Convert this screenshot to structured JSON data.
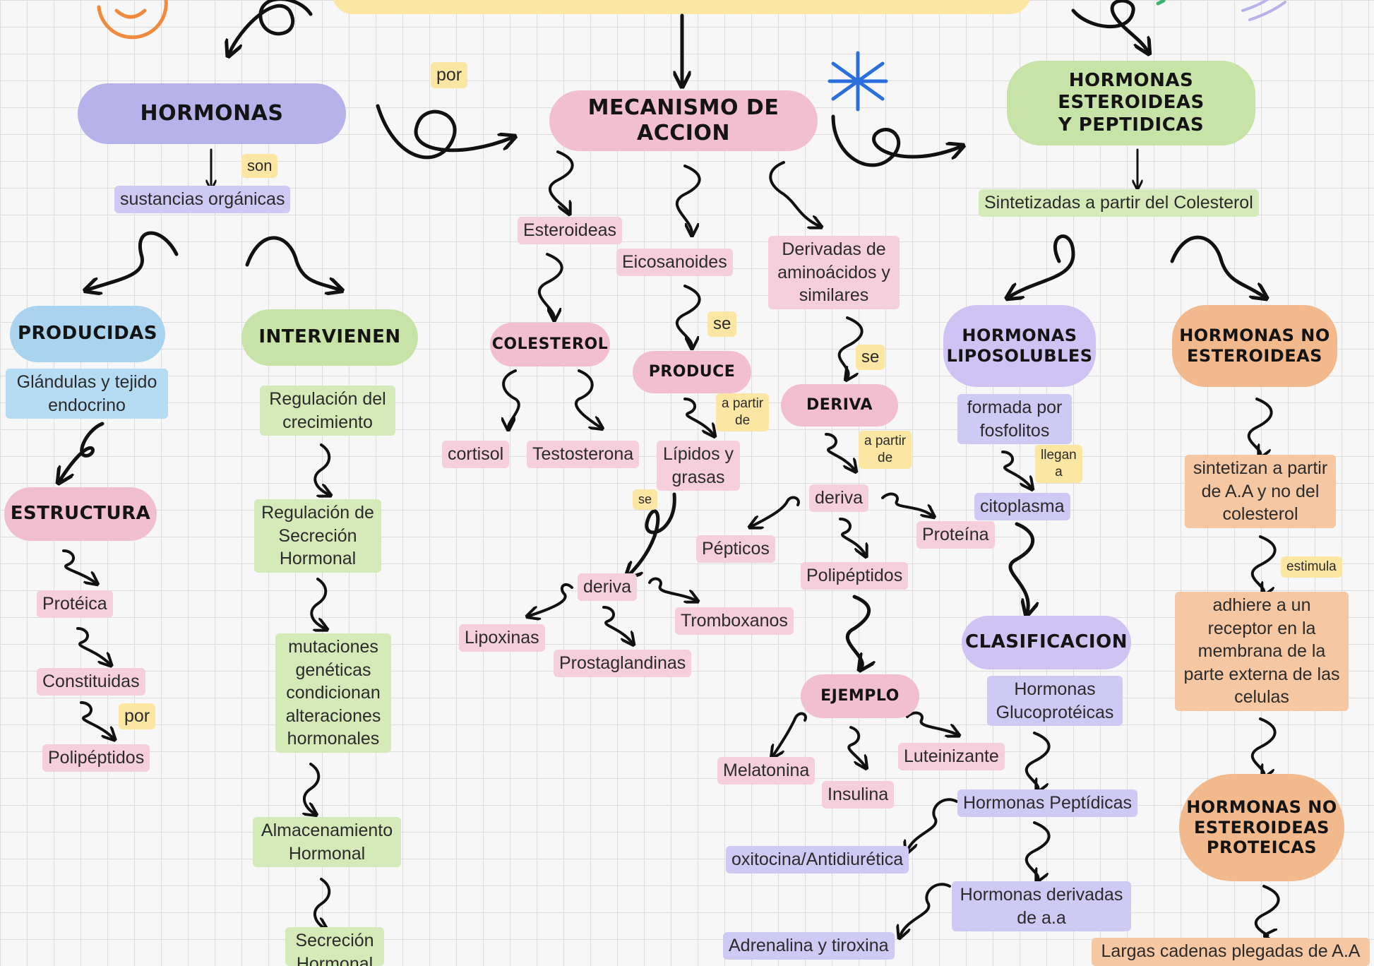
{
  "nodes": {
    "hormonas": "HORMONAS",
    "sustancias": "sustancias orgánicas",
    "producidas": "PRODUCIDAS",
    "glandulas": "Glándulas y tejido\nendocrino",
    "estructura": "ESTRUCTURA",
    "proteica": "Protéica",
    "constituidas": "Constituidas",
    "polipeptidos_left": "Polipéptidos",
    "intervienen": "INTERVIENEN",
    "reg_crecimiento": "Regulación del\ncrecimiento",
    "reg_secrecion": "Regulación de\nSecreción\nHormonal",
    "mutaciones": "mutaciones\ngenéticas\ncondicionan\nalteraciones\nhormonales",
    "almacenamiento": "Almacenamiento\nHormonal",
    "secrecion_hormonal": "Secreción\nHormonal",
    "mecanismo": "MECANISMO DE ACCION",
    "esteroideas": "Esteroideas",
    "colesterol": "COLESTEROL",
    "cortisol": "cortisol",
    "testosterona": "Testosterona",
    "eicosanoides": "Eicosanoides",
    "produce": "PRODUCE",
    "lipidos": "Lípidos y\ngrasas",
    "deriva_small": "deriva",
    "lipoxinas": "Lipoxinas",
    "prostaglandinas": "Prostaglandinas",
    "tromboxanos": "Tromboxanos",
    "derivadas_aa": "Derivadas de\naminoácidos y\nsimilares",
    "deriva_pill": "DERIVA",
    "deriva_mid": "deriva",
    "pepticos": "Pépticos",
    "proteina": "Proteína",
    "polipeptidos_mid": "Polipéptidos",
    "ejemplo": "EJEMPLO",
    "melatonina": "Melatonina",
    "insulina": "Insulina",
    "luteinizante": "Luteinizante",
    "hormonas_est_pep": "HORMONAS ESTEROIDEAS\nY PEPTIDICAS",
    "sintetizadas": "Sintetizadas a partir del Colesterol",
    "liposolubles": "HORMONAS\nLIPOSOLUBLES",
    "fosfolitos": "formada por\nfosfolitos",
    "citoplasma": "citoplasma",
    "clasificacion": "CLASIFICACION",
    "glucoproteicas": "Hormonas\nGlucoprotéicas",
    "peptidicas": "Hormonas Peptídicas",
    "oxitocina": "oxitocina/Antidiurética",
    "derivadas_de_aa": "Hormonas derivadas\nde a.a",
    "adrenalina": "Adrenalina y tiroxina",
    "no_esteroideas": "HORMONAS NO\nESTEROIDEAS",
    "sintetizan": "sintetizan a partir\nde A.A y no del\ncolesterol",
    "adhiere": "adhiere a un\nreceptor en la\nmembrana de la\nparte externa de las\ncelulas",
    "no_est_proteicas": "HORMONAS NO\nESTEROIDEAS\nPROTEICAS",
    "largas_cadenas": "Largas cadenas plegadas de A.A"
  },
  "connectors": {
    "por_top": "por",
    "son": "son",
    "por_left": "por",
    "se_1": "se",
    "se_2": "se",
    "se_3": "se",
    "a_partir_1": "a partir\nde",
    "a_partir_2": "a partir\nde",
    "llegan": "llegan\na",
    "estimula": "estimula"
  },
  "colors": {
    "purple": "#b8b2ea",
    "pink": "#f2bfd0",
    "green": "#c8e3a8",
    "blue": "#a9d3ef",
    "orange": "#f2b98d",
    "yellow": "#fbe7a3",
    "star": "#2a6fdb"
  }
}
